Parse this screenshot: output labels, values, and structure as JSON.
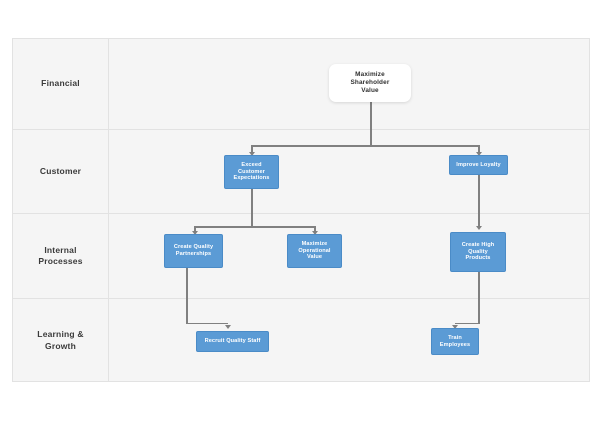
{
  "diagram": {
    "type": "strategy-map",
    "perspectives": [
      {
        "id": "financial",
        "label": "Financial"
      },
      {
        "id": "customer",
        "label": "Customer"
      },
      {
        "id": "internal-processes",
        "label": "Internal\nProcesses"
      },
      {
        "id": "learning-growth",
        "label": "Learning &\nGrowth"
      }
    ],
    "nodes": [
      {
        "id": "maximize-shareholder-value",
        "label": "Maximize\nShareholder\nValue",
        "perspective": "financial",
        "style": "goal"
      },
      {
        "id": "exceed-customer-expectations",
        "label": "Exceed\nCustomer\nExpectations",
        "perspective": "customer",
        "style": "objective"
      },
      {
        "id": "improve-loyalty",
        "label": "Improve Loyalty",
        "perspective": "customer",
        "style": "objective"
      },
      {
        "id": "create-quality-partnerships",
        "label": "Create Quality\nPartnerships",
        "perspective": "internal-processes",
        "style": "objective"
      },
      {
        "id": "maximize-operational-value",
        "label": "Maximize\nOperational\nValue",
        "perspective": "internal-processes",
        "style": "objective"
      },
      {
        "id": "create-high-quality-products",
        "label": "Create High\nQuality\nProducts",
        "perspective": "internal-processes",
        "style": "objective"
      },
      {
        "id": "recruit-quality-staff",
        "label": "Recruit Quality Staff",
        "perspective": "learning-growth",
        "style": "objective"
      },
      {
        "id": "train-employees",
        "label": "Train\nEmployees",
        "perspective": "learning-growth",
        "style": "objective"
      }
    ],
    "edges": [
      {
        "from": "maximize-shareholder-value",
        "to": "exceed-customer-expectations"
      },
      {
        "from": "maximize-shareholder-value",
        "to": "improve-loyalty"
      },
      {
        "from": "exceed-customer-expectations",
        "to": "create-quality-partnerships"
      },
      {
        "from": "exceed-customer-expectations",
        "to": "maximize-operational-value"
      },
      {
        "from": "improve-loyalty",
        "to": "create-high-quality-products"
      },
      {
        "from": "create-quality-partnerships",
        "to": "recruit-quality-staff"
      },
      {
        "from": "create-high-quality-products",
        "to": "train-employees"
      }
    ],
    "colors": {
      "node_fill": "#5b9bd5",
      "node_text": "#ffffff",
      "goal_fill": "#ffffff",
      "goal_text": "#303030",
      "panel_background": "#f5f5f5",
      "grid_line": "#e2e2e2",
      "connector": "#808080",
      "page_background": "#ffffff"
    }
  }
}
